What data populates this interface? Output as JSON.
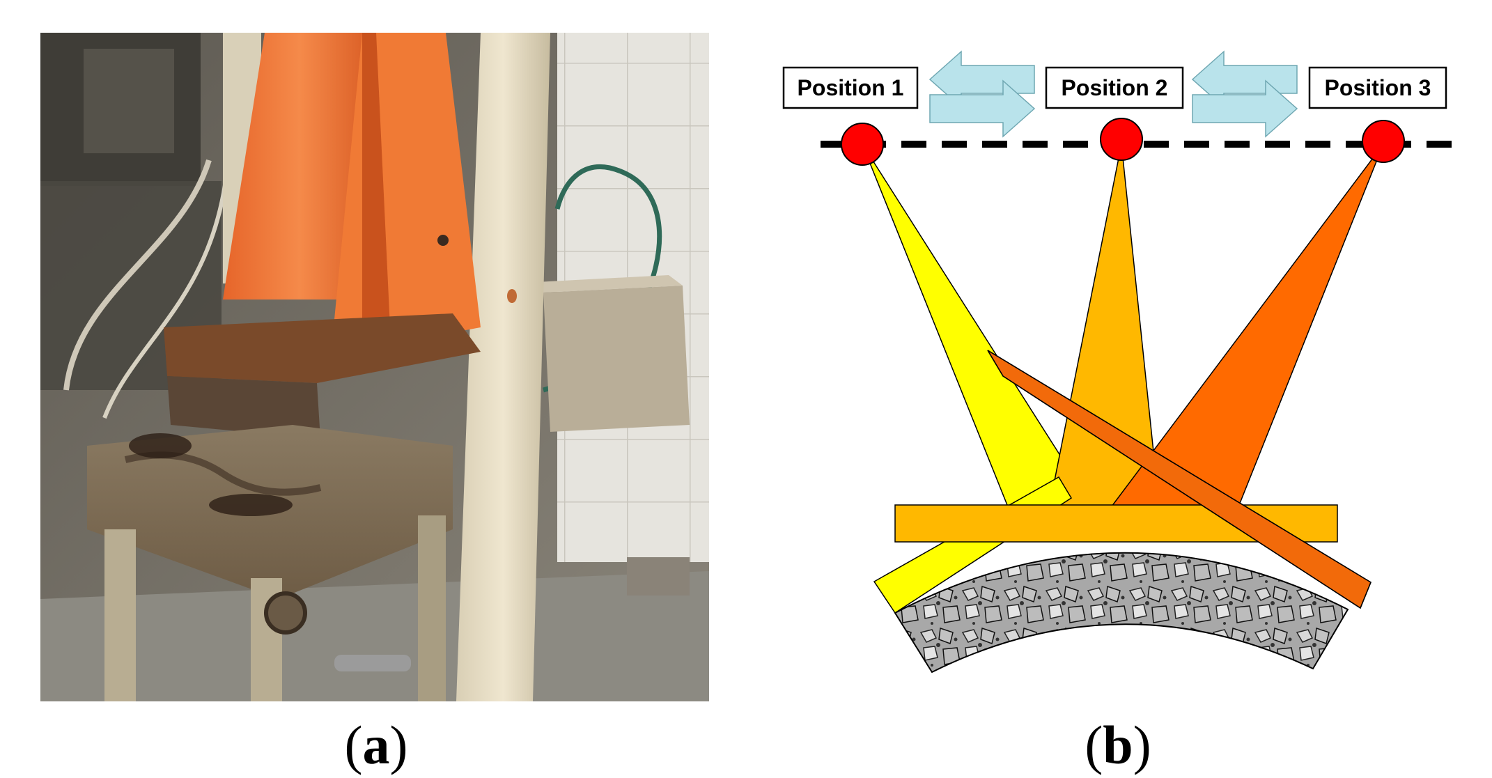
{
  "panels": {
    "a": {
      "letter": "a",
      "open": "(",
      "close": ")",
      "kind": "photograph"
    },
    "b": {
      "letter": "b",
      "open": "(",
      "close": ")",
      "kind": "schematic"
    }
  },
  "positions": [
    {
      "label": "Position 1",
      "color": "#FFFF00"
    },
    {
      "label": "Position 2",
      "color": "#FFB800"
    },
    {
      "label": "Position 3",
      "color": "#FF6A00"
    }
  ],
  "colors": {
    "pivot": "#FF0000",
    "arrow_fill": "#B9E3EB",
    "slab_orange": "#F26A0A",
    "slab_amber": "#FFB800",
    "machine_orange": "#F07A35",
    "aggregate": "#9A9A9A"
  },
  "icons": [
    "swap-arrows-icon",
    "swap-arrows-icon"
  ]
}
